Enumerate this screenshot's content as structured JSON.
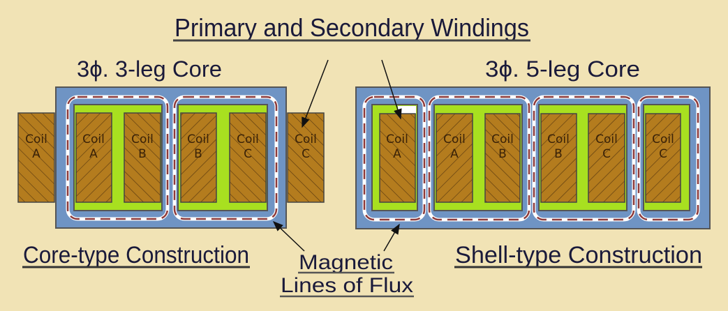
{
  "title": "Primary and Secondary Windings",
  "core_type": {
    "heading": "3ϕ. 3-leg Core",
    "caption": "Core-type Construction",
    "coils": [
      {
        "word": "Coil",
        "letter": "A"
      },
      {
        "word": "Coil",
        "letter": "A"
      },
      {
        "word": "Coil",
        "letter": "B"
      },
      {
        "word": "Coil",
        "letter": "B"
      },
      {
        "word": "Coil",
        "letter": "C"
      },
      {
        "word": "Coil",
        "letter": "C"
      }
    ]
  },
  "shell_type": {
    "heading": "3ϕ. 5-leg Core",
    "caption": "Shell-type Construction",
    "coils": [
      {
        "word": "Coil",
        "letter": "A"
      },
      {
        "word": "Coil",
        "letter": "A"
      },
      {
        "word": "Coil",
        "letter": "B"
      },
      {
        "word": "Coil",
        "letter": "B"
      },
      {
        "word": "Coil",
        "letter": "C"
      },
      {
        "word": "Coil",
        "letter": "C"
      }
    ]
  },
  "flux_label": {
    "line1": "Magnetic",
    "line2": "Lines of Flux"
  },
  "colors": {
    "background": "#f1e3b5",
    "core": "#6f94c4",
    "window": "#a8e020",
    "coil": "#b47c1e",
    "flux": "#8e3a3a"
  }
}
